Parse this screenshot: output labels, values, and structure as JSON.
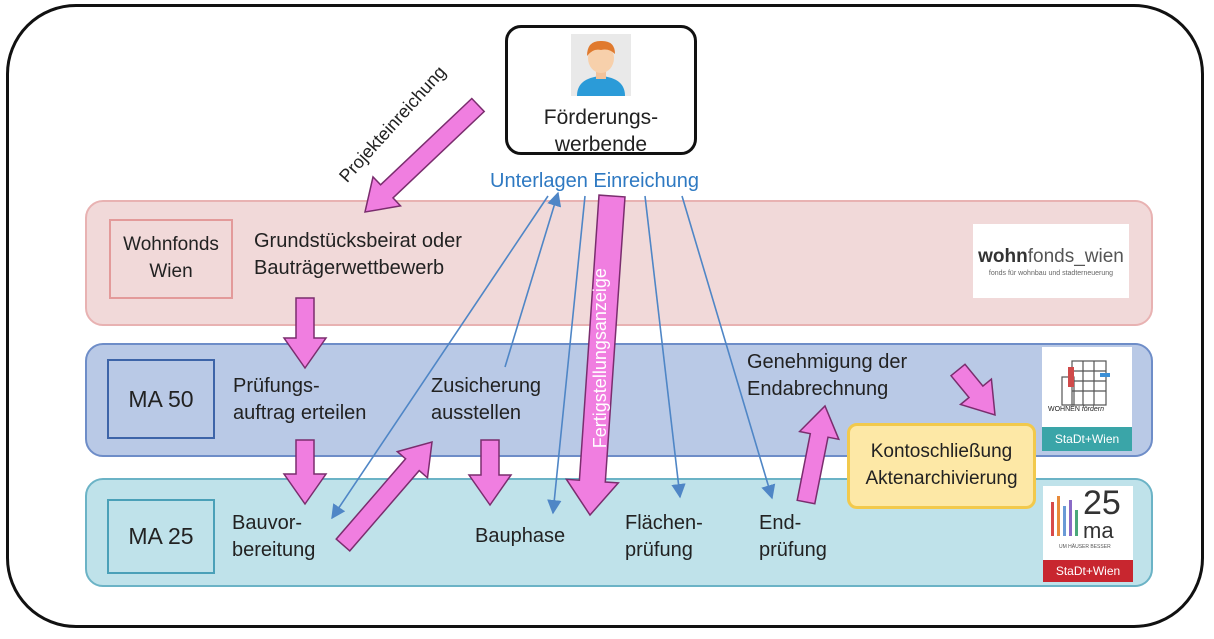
{
  "person": {
    "label_line1": "Förderungs-",
    "label_line2": "werbende"
  },
  "arrow_labels": {
    "projekteinreichung": "Projekteinreichung",
    "unterlagen": "Unterlagen Einreichung",
    "fertigstellung": "Fertigstellungsanzeige"
  },
  "bands": {
    "wohnfonds": {
      "org_line1": "Wohnfonds",
      "org_line2": "Wien",
      "step_line1": "Grundstücksbeirat oder",
      "step_line2": "Bauträgerwettbewerb",
      "logo_bold": "wohn",
      "logo_rest": "fonds_wien",
      "logo_sub": "fonds für wohnbau und stadterneuerung"
    },
    "ma50": {
      "org": "MA 50",
      "step1_line1": "Prüfungs-",
      "step1_line2": "auftrag erteilen",
      "step2_line1": "Zusicherung",
      "step2_line2": "ausstellen",
      "step3_line1": "Genehmigung der",
      "step3_line2": "Endabrechnung",
      "logo_text1": "WOHNEN",
      "logo_text2": "fördern",
      "logo_banner": "StaDt+Wien"
    },
    "ma25": {
      "org": "MA 25",
      "step1_line1": "Bauvor-",
      "step1_line2": "bereitung",
      "step2": "Bauphase",
      "step3_line1": "Flächen-",
      "step3_line2": "prüfung",
      "step4_line1": "End-",
      "step4_line2": "prüfung",
      "logo_num": "25",
      "logo_ma": "ma",
      "logo_small": "UM HÄUSER BESSER",
      "logo_banner": "StaDt+Wien"
    }
  },
  "closing": {
    "line1": "Kontoschließung",
    "line2": "Aktenarchivierung"
  },
  "colors": {
    "pink_arrow": "#f07ee0",
    "blue_arrow": "#4f86c6",
    "blue_text": "#2e79c2"
  }
}
